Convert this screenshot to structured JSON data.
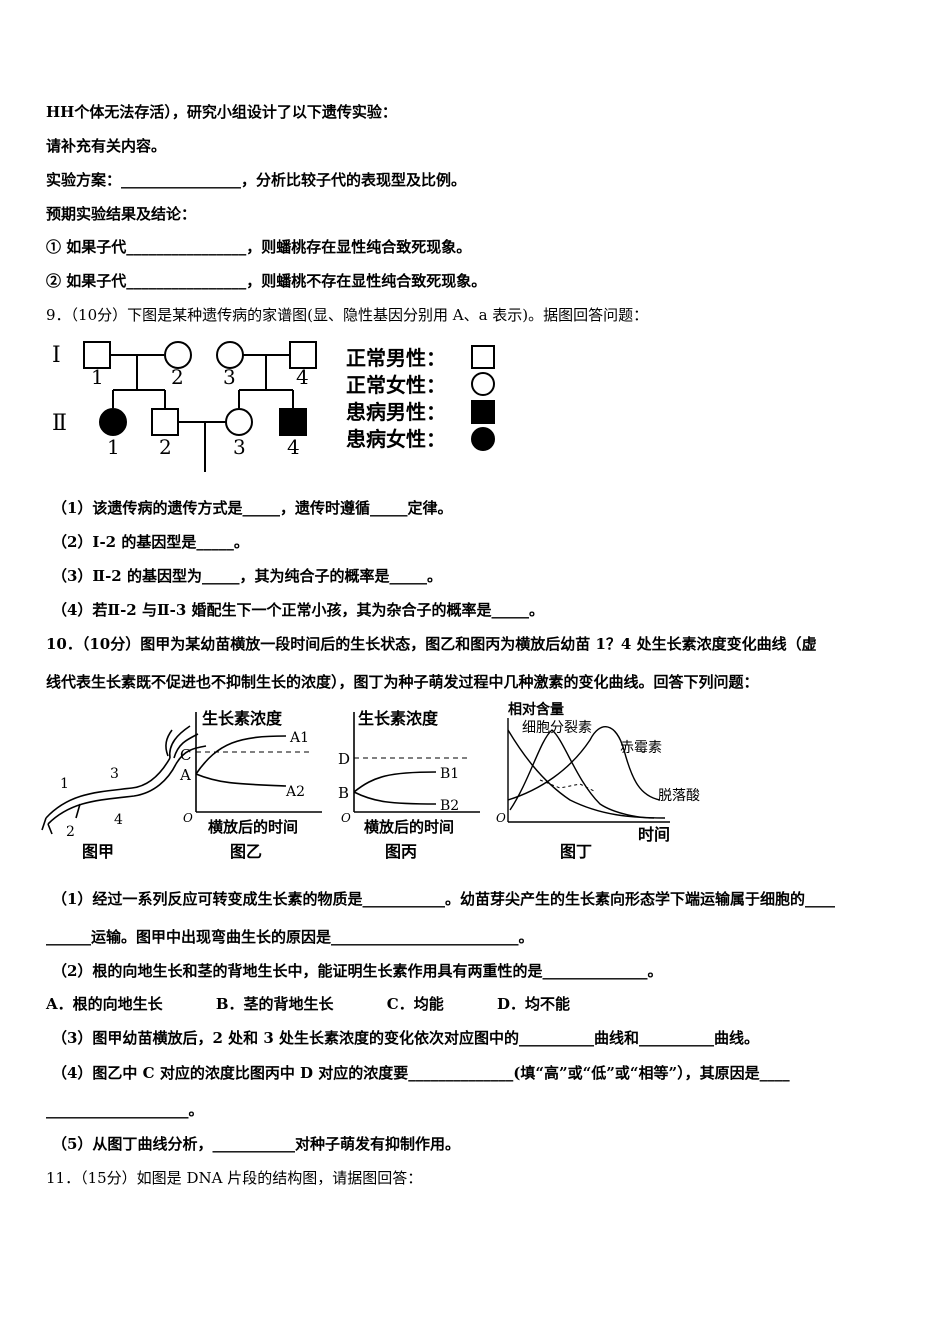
{
  "lines": {
    "l1": "HH个体无法存活），研究小组设计了以下遗传实验：",
    "l2": "请补充有关内容。",
    "l3": "实验方案：________________，分析比较子代的表现型及比例。",
    "l4": "预期实验结果及结论：",
    "l5": "① 如果子代________________，则蟠桃存在显性纯合致死现象。",
    "l6": "② 如果子代________________，则蟠桃不存在显性纯合致死现象。",
    "q9": "9．（10分）下图是某种遗传病的家谱图(显、隐性基因分别用 A、a 表示)。据图回答问题：",
    "q9_1": "（1）该遗传病的遗传方式是_____，遗传时遵循_____定律。",
    "q9_2": "（2）Ⅰ-2 的基因型是_____。",
    "q9_3": "（3）Ⅱ-2 的基因型为_____，其为纯合子的概率是_____。",
    "q9_4": "（4）若Ⅱ-2 与Ⅱ-3 婚配生下一个正常小孩，其为杂合子的概率是_____。",
    "q10a": "10．（10分）图甲为某幼苗横放一段时间后的生长状态，图乙和图丙为横放后幼苗 1？4 处生长素浓度变化曲线（虚",
    "q10b": "线代表生长素既不促进也不抑制生长的浓度），图丁为种子萌发过程中几种激素的变化曲线。回答下列问题：",
    "q10_1a": "（1）经过一系列反应可转变成生长素的物质是___________。幼苗芽尖产生的生长素向形态学下端运输属于细胞的____",
    "q10_1b": "______运输。图甲中出现弯曲生长的原因是_________________________。",
    "q10_2": "（2）根的向地生长和茎的背地生长中，能证明生长素作用具有两重性的是______________。",
    "q10_opts": [
      "A．根的向地生长",
      "B．茎的背地生长",
      "C．均能",
      "D．均不能"
    ],
    "q10_3": "（3）图甲幼苗横放后，2 处和 3 处生长素浓度的变化依次对应图中的__________曲线和__________曲线。",
    "q10_4a": "（4）图乙中 C 对应的浓度比图丙中 D 对应的浓度要______________(填“高”或“低”或“相等”），其原因是____",
    "q10_4b": "___________________。",
    "q10_5": "（5）从图丁曲线分析，___________对种子萌发有抑制作用。",
    "q11": "11．（15分）如图是 DNA 片段的结构图，请据图回答："
  },
  "pedigree": {
    "gen1": "Ⅰ",
    "gen2": "Ⅱ",
    "nums1": [
      "1",
      "2",
      "3",
      "4"
    ],
    "nums2": [
      "1",
      "2",
      "3",
      "4"
    ],
    "legend": [
      "正常男性：",
      "正常女性：",
      "患病男性：",
      "患病女性："
    ]
  },
  "figures": {
    "jia": {
      "caption": "图甲",
      "labels": [
        "1",
        "2",
        "3",
        "4"
      ]
    },
    "yi": {
      "caption": "图乙",
      "ylabel": "生长素浓度",
      "xlabel": "横放后的时间",
      "origin": "O",
      "markC": "C",
      "markA": "A",
      "curve1": "A1",
      "curve2": "A2"
    },
    "bing": {
      "caption": "图丙",
      "ylabel": "生长素浓度",
      "xlabel": "横放后的时间",
      "origin": "O",
      "markD": "D",
      "markB": "B",
      "curve1": "B1",
      "curve2": "B2"
    },
    "ding": {
      "caption": "图丁",
      "ylabel": "相对含量",
      "xlabel": "时间",
      "origin": "O",
      "s1": "细胞分裂素",
      "s2": "赤霉素",
      "s3": "脱落酸"
    }
  }
}
